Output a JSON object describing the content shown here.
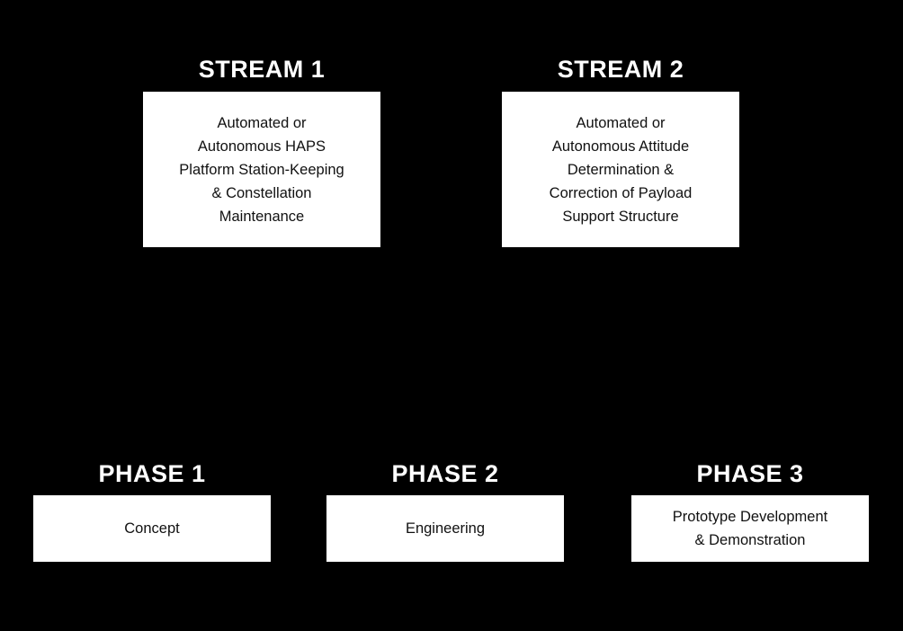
{
  "background_color": "#000000",
  "card_color": "#ffffff",
  "heading_color": "#ffffff",
  "body_text_color": "#111111",
  "streams": [
    {
      "heading": "STREAM 1",
      "body": "Automated or\nAutonomous HAPS\nPlatform Station-Keeping\n& Constellation\nMaintenance"
    },
    {
      "heading": "STREAM 2",
      "body": "Automated or\nAutonomous Attitude\nDetermination &\nCorrection of Payload\nSupport Structure"
    }
  ],
  "phases": [
    {
      "heading": "PHASE 1",
      "body": "Concept"
    },
    {
      "heading": "PHASE 2",
      "body": "Engineering"
    },
    {
      "heading": "PHASE 3",
      "body": "Prototype Development\n& Demonstration"
    }
  ]
}
